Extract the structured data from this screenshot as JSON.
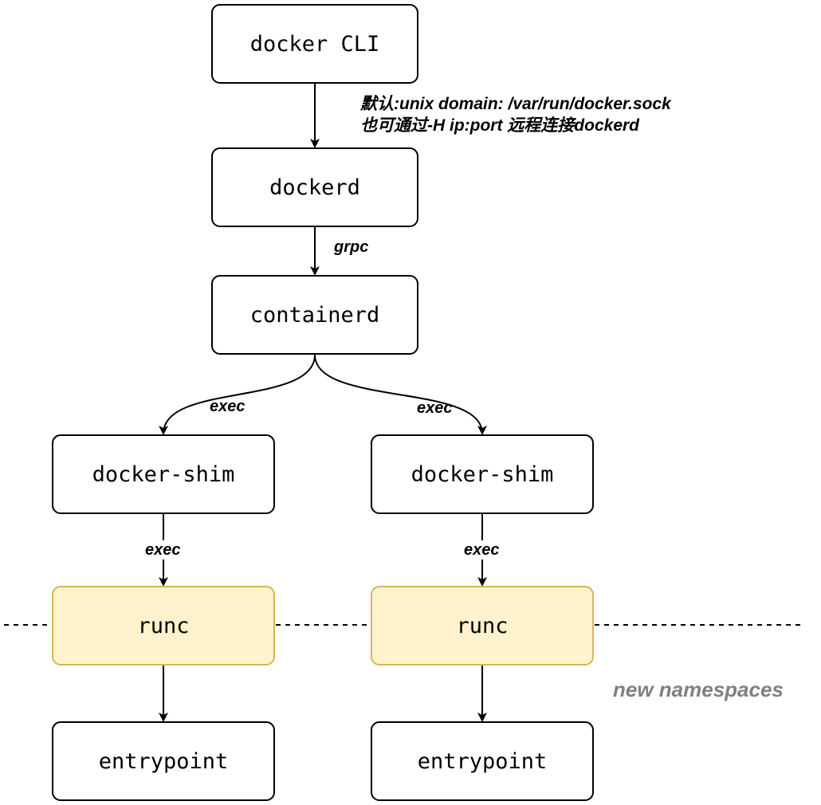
{
  "colors": {
    "line": "#000000",
    "node_fill": "#ffffff",
    "node_border": "#000000",
    "runc_fill": "#fff2cc",
    "runc_border": "#d6b656",
    "namespace_text": "#808080"
  },
  "nodes": {
    "docker_cli": "docker CLI",
    "dockerd": "dockerd",
    "containerd": "containerd",
    "shim_left": "docker-shim",
    "shim_right": "docker-shim",
    "runc_left": "runc",
    "runc_right": "runc",
    "entry_left": "entrypoint",
    "entry_right": "entrypoint"
  },
  "edge_labels": {
    "grpc": "grpc",
    "exec_containerd_left": "exec",
    "exec_containerd_right": "exec",
    "exec_shim_left": "exec",
    "exec_shim_right": "exec"
  },
  "note": {
    "line1": "默认:unix domain: /var/run/docker.sock",
    "line2": "也可通过-H ip:port 远程连接dockerd"
  },
  "namespace_label": "new namespaces"
}
